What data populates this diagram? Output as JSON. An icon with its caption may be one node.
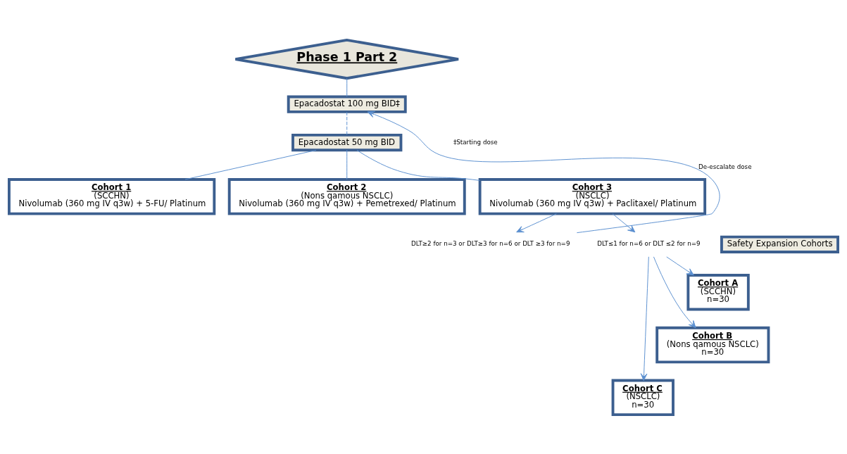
{
  "diagram": {
    "nodes": [
      {
        "text": [
          "Phase 1 Part 2"
        ]
      },
      {
        "text": [
          "Epacadostat 100 mg BID‡"
        ]
      },
      {
        "text": [
          "Epacadostat 50 mg BID"
        ]
      },
      {
        "text": [
          "Cohort 1",
          "(SCCHN)",
          "Nivolumab (360 mg IV q3w) + 5-FU/ Platinum"
        ]
      },
      {
        "text": [
          "Cohort 2",
          "(Nons qamous NSCLC)",
          "Nivolumab (360 mg IV q3w) + Pemetrexed/ Platinum"
        ]
      },
      {
        "text": [
          "Cohort 3",
          "(NSCLC)",
          "Nivolumab (360 mg IV q3w) + Paclitaxel/ Platinum"
        ]
      },
      {
        "text": [
          "DLT≥2 for n=3 or DLT≥3 for n=6 or DLT ≥3 for n=9"
        ]
      },
      {
        "text": [
          "DLT≤1 for n=6 or DLT ≤2 for n=9"
        ]
      },
      {
        "text": [
          "Safety Expansion Cohorts"
        ]
      },
      {
        "text": [
          "Cohort A",
          "(SCCHN)",
          "n=30"
        ]
      },
      {
        "text": [
          "Cohort B",
          "(Nons qamous NSCLC)",
          "n=30"
        ]
      },
      {
        "text": [
          "Cohort C",
          "(NSCLC)",
          "n=30"
        ]
      }
    ],
    "edges": [
      {
        "from": 0,
        "to": 1,
        "arrow": "none"
      },
      {
        "from": 1,
        "to": 2,
        "arrow": "none",
        "style": "dashed"
      },
      {
        "from": 2,
        "to": 3,
        "arrow": "none"
      },
      {
        "from": 2,
        "to": 4,
        "arrow": "none"
      },
      {
        "from": 2,
        "to": 5,
        "arrow": "none"
      },
      {
        "from": 5,
        "to": 6,
        "arrow": "to"
      },
      {
        "from": 5,
        "to": 7,
        "arrow": "to"
      },
      {
        "from": 6,
        "to": 1,
        "arrow": "to",
        "label": "De-escalate dose"
      },
      {
        "from": 7,
        "to": 9,
        "arrow": "to"
      },
      {
        "from": 7,
        "to": 10,
        "arrow": "to"
      },
      {
        "from": 7,
        "to": 11,
        "arrow": "to"
      }
    ],
    "labels": [
      "‡Starting dose"
    ]
  }
}
